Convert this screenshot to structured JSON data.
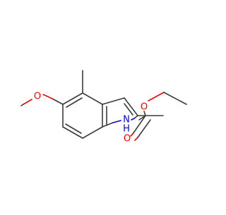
{
  "molecule": {
    "atom_labels": {
      "methoxy_oxygen": "O",
      "ester_ether_oxygen": "O",
      "carbonyl_oxygen": "O",
      "nitrogen": "N",
      "nitrogen_hydrogen": "H"
    },
    "colors": {
      "bond": "#3b3b3b",
      "oxygen": "#ff0000",
      "nitrogen": "#0000ff"
    }
  }
}
